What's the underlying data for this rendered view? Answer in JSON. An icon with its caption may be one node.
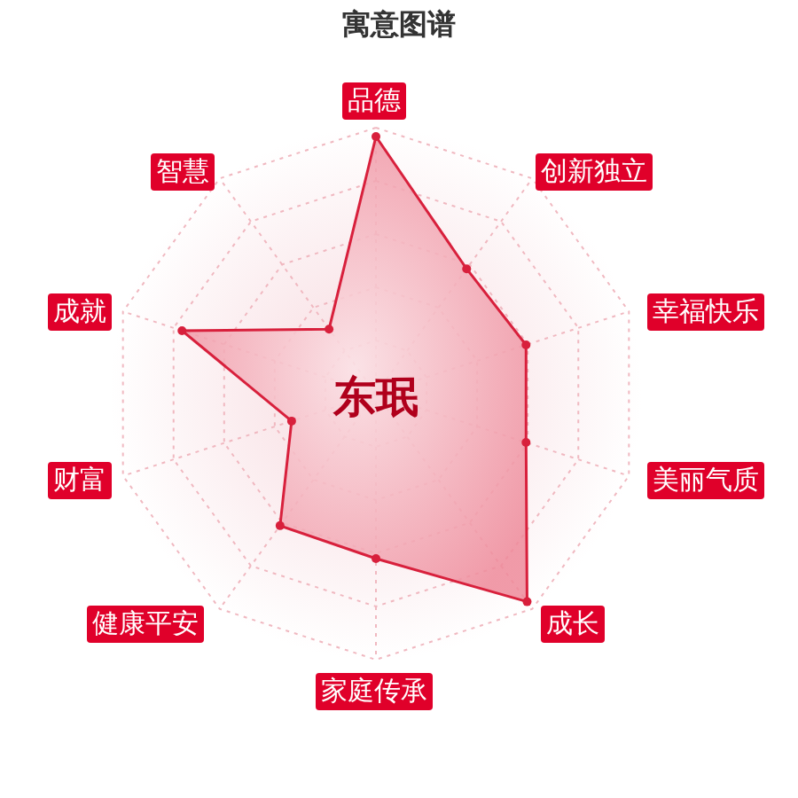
{
  "diagram": {
    "title": "寓意图谱",
    "labels": [
      "品德",
      "智慧",
      "创新独立",
      "成就",
      "幸福快乐",
      "东珉",
      "财富",
      "美丽气质",
      "健康平安",
      "成长",
      "家庭传承"
    ]
  }
}
